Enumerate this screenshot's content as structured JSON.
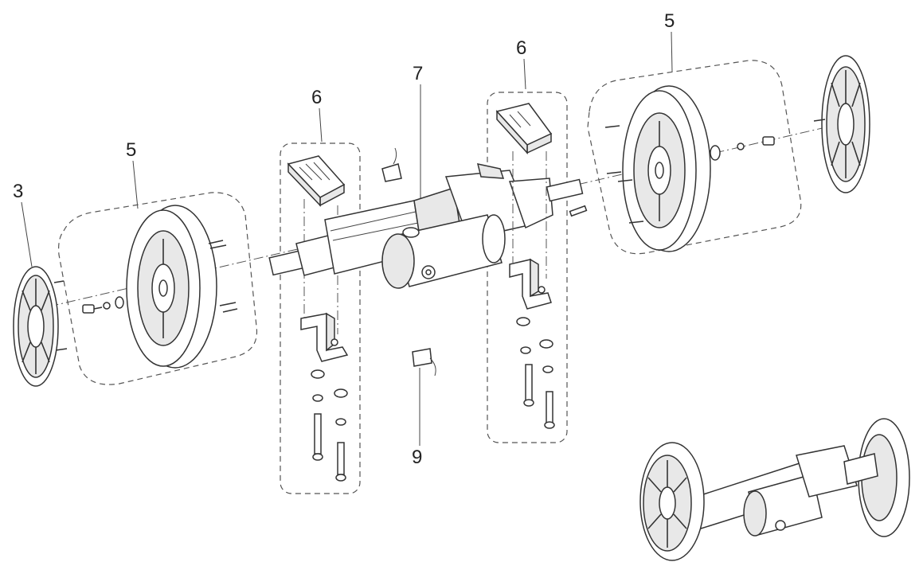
{
  "callouts": [
    {
      "id": "callout-3-left",
      "label": "3"
    },
    {
      "id": "callout-5-left",
      "label": "5"
    },
    {
      "id": "callout-6-left",
      "label": "6"
    },
    {
      "id": "callout-7",
      "label": "7"
    },
    {
      "id": "callout-6-right",
      "label": "6"
    },
    {
      "id": "callout-5-right",
      "label": "5"
    },
    {
      "id": "callout-9",
      "label": "9"
    }
  ],
  "colors": {
    "line": "#333333",
    "background": "#ffffff"
  }
}
